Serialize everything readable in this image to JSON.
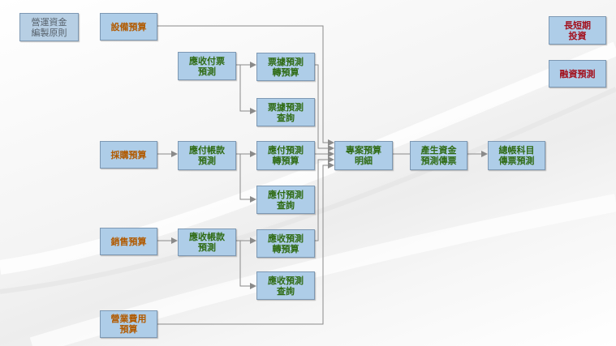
{
  "nodes": {
    "working_capital_principle": "營運資金\n編製原則",
    "equipment_budget": "設備預算",
    "notes_receivable": "應收付票\n預測",
    "notes_forecast_transfer": "票據預測\n轉預算",
    "notes_forecast_query": "票據預測\n查詢",
    "purchase_budget": "採購預算",
    "accounts_payable": "應付帳款\n預測",
    "payable_forecast_transfer": "應付預測\n轉預算",
    "payable_forecast_query": "應付預測\n查詢",
    "sales_budget": "銷售預算",
    "accounts_receivable": "應收帳款\n預測",
    "receivable_forecast_transfer": "應收預測\n轉預算",
    "receivable_forecast_query": "應收預測\n查詢",
    "operating_expense_budget": "營業費用\n預算",
    "project_budget_detail": "專案預算\n明細",
    "generate_cash_forecast_voucher": "產生資金\n預測傳票",
    "ledger_voucher_forecast": "總帳科目\n傳票預測",
    "long_short_term_investment": "長短期\n投資",
    "financing_forecast": "融資預測"
  },
  "colors": {
    "box_fill": "#aecde8",
    "box_border": "#7d98b3",
    "text_green": "#2f6b14",
    "text_orange": "#b15a00",
    "text_red": "#a3121f",
    "line": "#8a8a8a"
  }
}
